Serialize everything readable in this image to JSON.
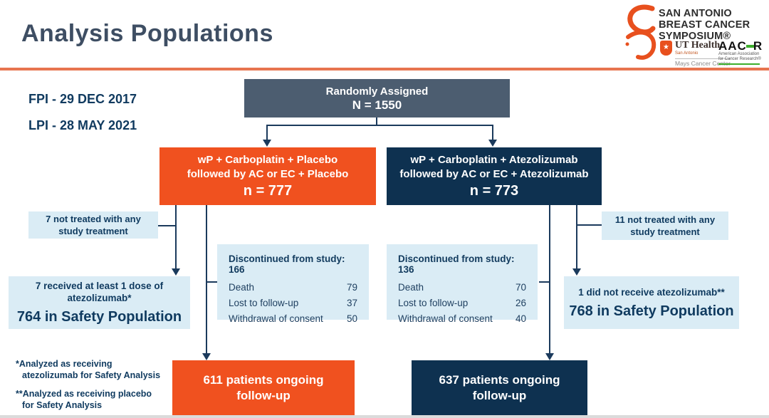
{
  "slide": {
    "title": "Analysis Populations",
    "fpi": "FPI - 29 DEC 2017",
    "lpi": "LPI - 28 MAY 2021",
    "footnote1_line1": "*Analyzed as receiving",
    "footnote1_line2": "atezolizumab for Safety Analysis",
    "footnote2_line1": "**Analyzed as receiving placebo",
    "footnote2_line2": "for Safety Analysis"
  },
  "logo": {
    "symposium_line1": "SAN ANTONIO",
    "symposium_line2": "BREAST CANCER",
    "symposium_line3": "SYMPOSIUM®",
    "uthealth_name": "UT Health",
    "uthealth_sub": "San Antonio",
    "uthealth_center": "Mays Cancer Center",
    "aacr_part1": "AAC",
    "aacr_part2": "R",
    "aacr_sub1": "American Association",
    "aacr_sub2": "for Cancer Research®"
  },
  "flow": {
    "random": {
      "line1": "Randomly Assigned",
      "line2": "N = 1550"
    },
    "arm_placebo": {
      "line1": "wP + Carboplatin + Placebo",
      "line2": "followed by AC or EC + Placebo",
      "n": "n = 777"
    },
    "arm_atezo": {
      "line1": "wP + Carboplatin + Atezolizumab",
      "line2": "followed by AC or EC + Atezolizumab",
      "n": "n = 773"
    },
    "left_not_treated": {
      "line1": "7 not treated with any",
      "line2": "study treatment"
    },
    "right_not_treated": {
      "line1": "11 not treated with any",
      "line2": "study treatment"
    },
    "left_safety": {
      "line1": "7 received at least 1 dose of",
      "line2": "atezolizumab*",
      "big": "764 in Safety Population"
    },
    "right_safety": {
      "line1": "1 did not receive atezolizumab**",
      "big": "768 in Safety Population"
    },
    "left_disc": {
      "title": "Discontinued from study: 166",
      "rows": [
        {
          "label": "Death",
          "value": "79"
        },
        {
          "label": "Lost to follow-up",
          "value": "37"
        },
        {
          "label": "Withdrawal of consent",
          "value": "50"
        }
      ]
    },
    "right_disc": {
      "title": "Discontinued from study: 136",
      "rows": [
        {
          "label": "Death",
          "value": "70"
        },
        {
          "label": "Lost to follow-up",
          "value": "26"
        },
        {
          "label": "Withdrawal of consent",
          "value": "40"
        }
      ]
    },
    "left_ongoing": {
      "line1": "611 patients ongoing",
      "line2": "follow-up"
    },
    "right_ongoing": {
      "line1": "637 patients ongoing",
      "line2": "follow-up"
    }
  },
  "colors": {
    "orange": "#F0511F",
    "navy": "#0E3150",
    "slate": "#4C5D70",
    "light_blue": "#DAECF5",
    "divider_orange": "#E7744F",
    "connector": "#1B3A5C",
    "text_navy": "#0F3A5F",
    "title_color": "#3E4E63",
    "aacr_green": "#3DAE2B"
  }
}
